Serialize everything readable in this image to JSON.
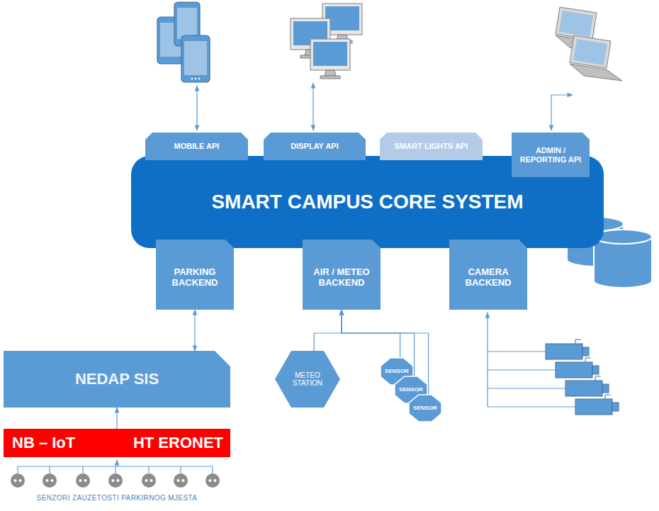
{
  "diagram": {
    "nodes": [
      {
        "text": [
          "MOBILE API"
        ]
      },
      {
        "text": [
          "DISPLAY API"
        ]
      },
      {
        "text": [
          "SMART LIGHTS API"
        ]
      },
      {
        "text": [
          "ADMIN / REPORTING API"
        ]
      },
      {
        "text": [
          "SMART CAMPUS CORE SYSTEM"
        ]
      },
      {
        "text": [
          "PARKING BACKEND"
        ]
      },
      {
        "text": [
          "AIR / METEO BACKEND"
        ]
      },
      {
        "text": [
          "CAMERA BACKEND"
        ]
      },
      {
        "text": [
          "NEDAP SIS"
        ]
      },
      {
        "text": [
          "METEO STATION"
        ]
      },
      {
        "text": [
          "SENSOR"
        ]
      },
      {
        "text": [
          "SENSOR"
        ]
      },
      {
        "text": [
          "SENSOR"
        ]
      },
      {
        "text": [
          "NB – IoT",
          "HT ERONET"
        ]
      }
    ],
    "edges": [
      {
        "from": 5,
        "to": 8,
        "arrow": "both"
      },
      {
        "from": 13,
        "to": 8,
        "arrow": "to"
      },
      {
        "from": 9,
        "to": 6,
        "arrow": "to"
      },
      {
        "from": 10,
        "to": 6,
        "arrow": "to"
      },
      {
        "from": 11,
        "to": 6,
        "arrow": "to"
      },
      {
        "from": 12,
        "to": 6,
        "arrow": "to"
      }
    ],
    "labels": [
      "SENZORI ZAUZETOSTI PARKIRNOG MJESTA"
    ]
  }
}
